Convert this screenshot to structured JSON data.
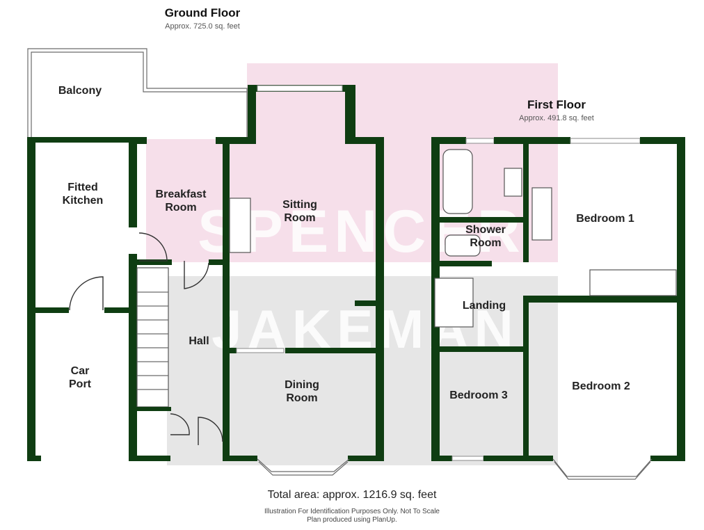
{
  "ground_floor": {
    "title": "Ground Floor",
    "area": "Approx. 725.0 sq. feet",
    "rooms": {
      "balcony": "Balcony",
      "fitted_kitchen": "Fitted Kitchen",
      "breakfast_room": "Breakfast Room",
      "sitting_room": "Sitting Room",
      "hall": "Hall",
      "car_port": "Car Port",
      "dining_room": "Dining Room"
    }
  },
  "first_floor": {
    "title": "First Floor",
    "area": "Approx. 491.8 sq. feet",
    "rooms": {
      "shower_room": "Shower Room",
      "bedroom_1": "Bedroom 1",
      "landing": "Landing",
      "bedroom_3": "Bedroom 3",
      "bedroom_2": "Bedroom 2"
    }
  },
  "watermark": {
    "line1": "SPENCER",
    "line2": "JAKEMAN"
  },
  "footer": {
    "total_area": "Total area: approx. 1216.9 sq. feet",
    "disclaimer": "Illustration For Identification Purposes Only. Not To Scale",
    "credit": "Plan produced using PlanUp."
  },
  "colors": {
    "wall": "#0f3d12",
    "watermark_pink": "#f6dfea",
    "watermark_grey": "#e6e6e6"
  }
}
